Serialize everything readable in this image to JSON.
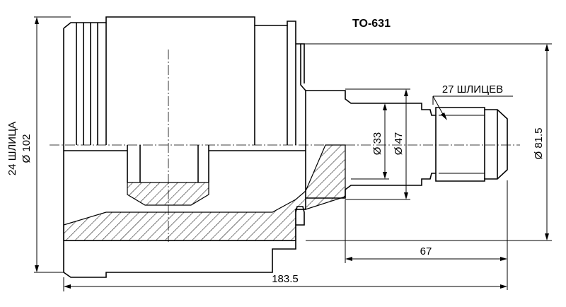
{
  "title": "TO-631",
  "dimensions": {
    "overall_length": "183.5",
    "shaft_length": "67",
    "outer_diameter": "Ø 102",
    "outer_splines": "24 ШЛИЦА",
    "flange_diameter": "Ø 81.5",
    "shaft_d33": "Ø 33",
    "shaft_d47": "Ø 47",
    "inner_splines": "27 ШЛИЦЕВ"
  }
}
